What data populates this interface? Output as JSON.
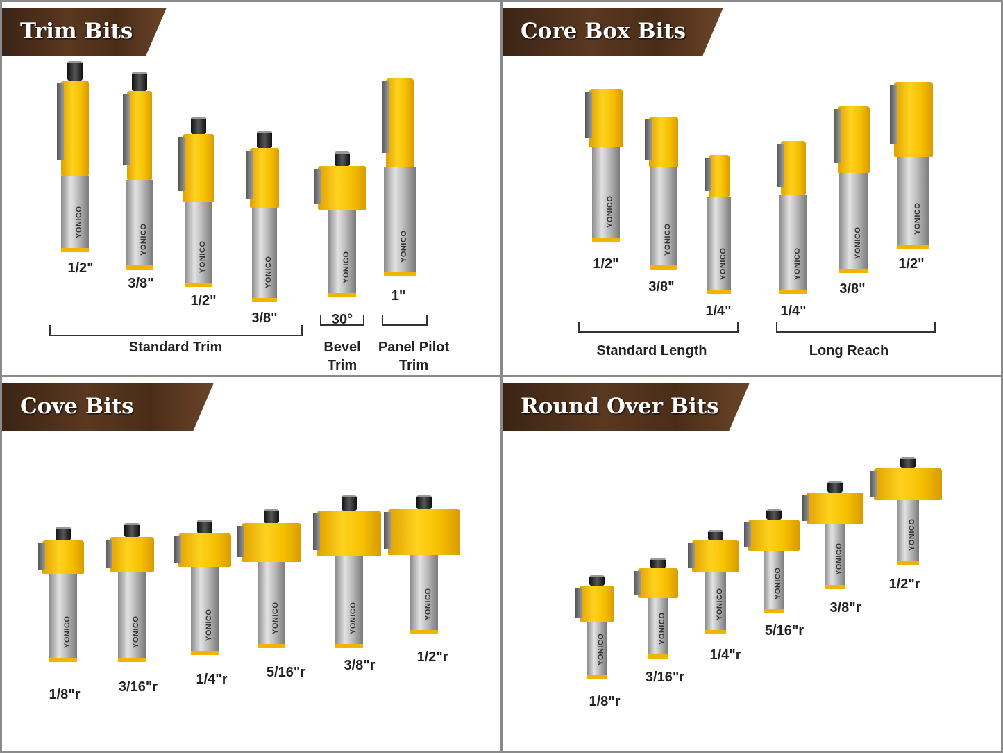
{
  "panels": [
    {
      "title": "Trim Bits",
      "sizes": [
        "1/2\"",
        "3/8\"",
        "1/2\"",
        "3/8\"",
        "30°",
        "1\""
      ],
      "groups": [
        "Standard Trim",
        "Bevel\nTrim",
        "Panel Pilot\nTrim"
      ]
    },
    {
      "title": "Core Box Bits",
      "sizes": [
        "1/2\"",
        "3/8\"",
        "1/4\"",
        "1/4\"",
        "3/8\"",
        "1/2\""
      ],
      "groups": [
        "Standard Length",
        "Long Reach"
      ]
    },
    {
      "title": "Cove Bits",
      "sizes": [
        "1/8\"r",
        "3/16\"r",
        "1/4\"r",
        "5/16\"r",
        "3/8\"r",
        "1/2\"r"
      ],
      "groups": []
    },
    {
      "title": "Round Over Bits",
      "sizes": [
        "1/8\"r",
        "3/16\"r",
        "1/4\"r",
        "5/16\"r",
        "3/8\"r",
        "1/2\"r"
      ],
      "groups": []
    }
  ],
  "brand": "YONICO",
  "colors": {
    "bit_yellow": "#f6c000",
    "banner_brown": "#4a2d19",
    "shank_silver": "#bdbdbd"
  }
}
